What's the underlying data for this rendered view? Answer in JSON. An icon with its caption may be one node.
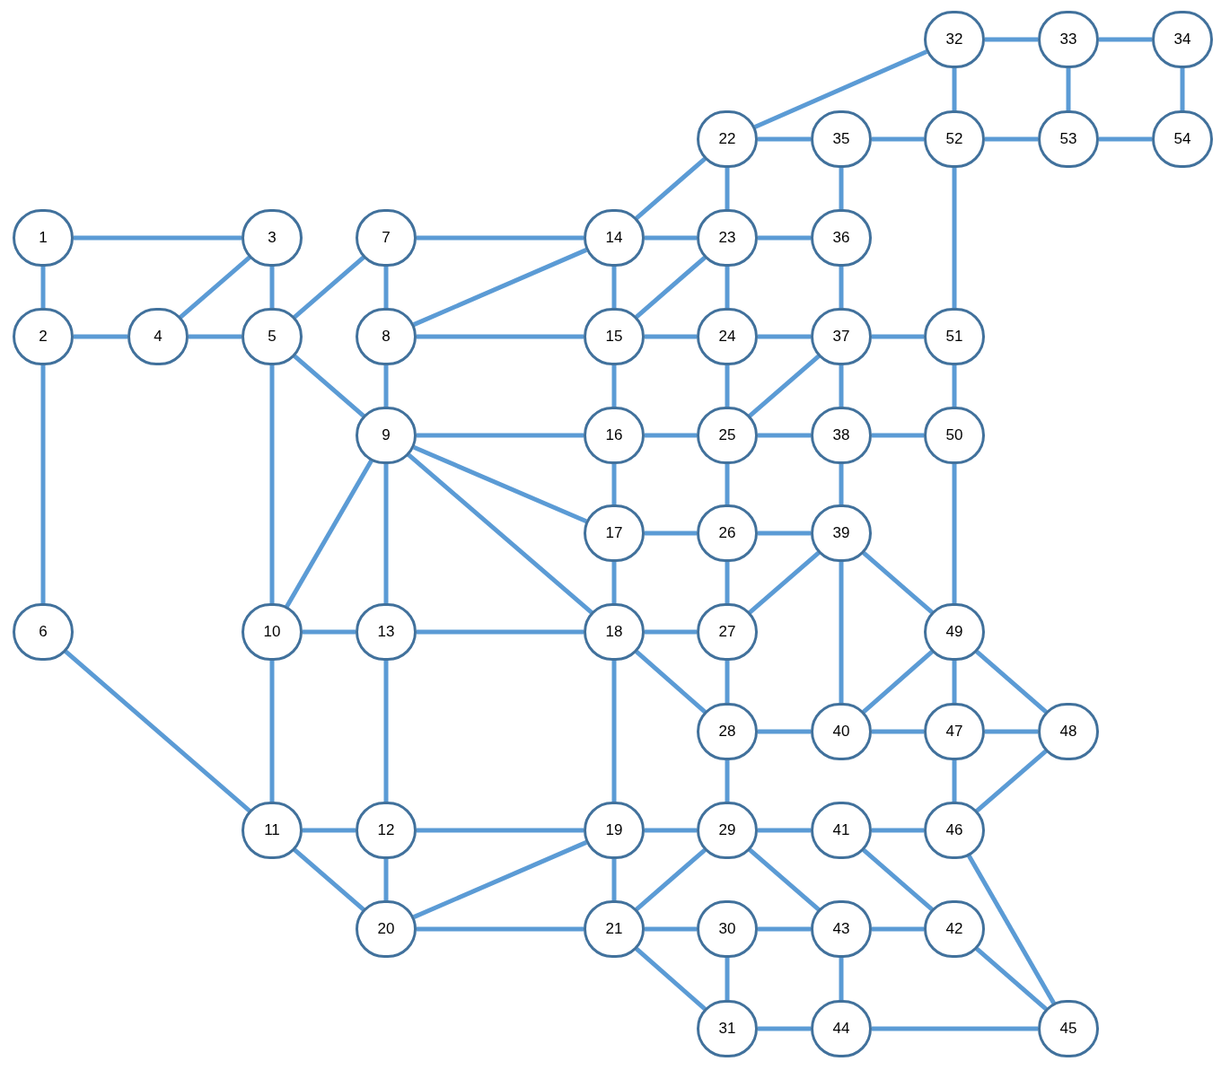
{
  "diagram": {
    "nodes": [
      {
        "text": [
          "1"
        ]
      },
      {
        "text": [
          "2"
        ]
      },
      {
        "text": [
          "3"
        ]
      },
      {
        "text": [
          "4"
        ]
      },
      {
        "text": [
          "5"
        ]
      },
      {
        "text": [
          "6"
        ]
      },
      {
        "text": [
          "7"
        ]
      },
      {
        "text": [
          "8"
        ]
      },
      {
        "text": [
          "9"
        ]
      },
      {
        "text": [
          "10"
        ]
      },
      {
        "text": [
          "11"
        ]
      },
      {
        "text": [
          "12"
        ]
      },
      {
        "text": [
          "13"
        ]
      },
      {
        "text": [
          "14"
        ]
      },
      {
        "text": [
          "15"
        ]
      },
      {
        "text": [
          "16"
        ]
      },
      {
        "text": [
          "17"
        ]
      },
      {
        "text": [
          "18"
        ]
      },
      {
        "text": [
          "19"
        ]
      },
      {
        "text": [
          "20"
        ]
      },
      {
        "text": [
          "21"
        ]
      },
      {
        "text": [
          "22"
        ]
      },
      {
        "text": [
          "23"
        ]
      },
      {
        "text": [
          "24"
        ]
      },
      {
        "text": [
          "25"
        ]
      },
      {
        "text": [
          "26"
        ]
      },
      {
        "text": [
          "27"
        ]
      },
      {
        "text": [
          "28"
        ]
      },
      {
        "text": [
          "29"
        ]
      },
      {
        "text": [
          "30"
        ]
      },
      {
        "text": [
          "31"
        ]
      },
      {
        "text": [
          "32"
        ]
      },
      {
        "text": [
          "33"
        ]
      },
      {
        "text": [
          "34"
        ]
      },
      {
        "text": [
          "35"
        ]
      },
      {
        "text": [
          "36"
        ]
      },
      {
        "text": [
          "37"
        ]
      },
      {
        "text": [
          "38"
        ]
      },
      {
        "text": [
          "39"
        ]
      },
      {
        "text": [
          "40"
        ]
      },
      {
        "text": [
          "41"
        ]
      },
      {
        "text": [
          "42"
        ]
      },
      {
        "text": [
          "43"
        ]
      },
      {
        "text": [
          "44"
        ]
      },
      {
        "text": [
          "45"
        ]
      },
      {
        "text": [
          "46"
        ]
      },
      {
        "text": [
          "47"
        ]
      },
      {
        "text": [
          "48"
        ]
      },
      {
        "text": [
          "49"
        ]
      },
      {
        "text": [
          "50"
        ]
      },
      {
        "text": [
          "51"
        ]
      },
      {
        "text": [
          "52"
        ]
      },
      {
        "text": [
          "53"
        ]
      },
      {
        "text": [
          "54"
        ]
      }
    ],
    "edges": [
      {
        "from": 0,
        "to": 2,
        "arrow": "none"
      },
      {
        "from": 0,
        "to": 1,
        "arrow": "none"
      },
      {
        "from": 2,
        "to": 3,
        "arrow": "none"
      },
      {
        "from": 2,
        "to": 4,
        "arrow": "none"
      },
      {
        "from": 1,
        "to": 3,
        "arrow": "none"
      },
      {
        "from": 3,
        "to": 4,
        "arrow": "none"
      },
      {
        "from": 1,
        "to": 5,
        "arrow": "none"
      },
      {
        "from": 4,
        "to": 6,
        "arrow": "none"
      },
      {
        "from": 4,
        "to": 8,
        "arrow": "none"
      },
      {
        "from": 4,
        "to": 9,
        "arrow": "none"
      },
      {
        "from": 6,
        "to": 7,
        "arrow": "none"
      },
      {
        "from": 6,
        "to": 13,
        "arrow": "none"
      },
      {
        "from": 7,
        "to": 13,
        "arrow": "none"
      },
      {
        "from": 7,
        "to": 14,
        "arrow": "none"
      },
      {
        "from": 7,
        "to": 8,
        "arrow": "none"
      },
      {
        "from": 8,
        "to": 15,
        "arrow": "none"
      },
      {
        "from": 8,
        "to": 16,
        "arrow": "none"
      },
      {
        "from": 8,
        "to": 17,
        "arrow": "none"
      },
      {
        "from": 8,
        "to": 9,
        "arrow": "none"
      },
      {
        "from": 8,
        "to": 12,
        "arrow": "none"
      },
      {
        "from": 5,
        "to": 10,
        "arrow": "none"
      },
      {
        "from": 9,
        "to": 12,
        "arrow": "none"
      },
      {
        "from": 9,
        "to": 10,
        "arrow": "none"
      },
      {
        "from": 12,
        "to": 17,
        "arrow": "none"
      },
      {
        "from": 12,
        "to": 11,
        "arrow": "none"
      },
      {
        "from": 10,
        "to": 11,
        "arrow": "none"
      },
      {
        "from": 10,
        "to": 19,
        "arrow": "none"
      },
      {
        "from": 11,
        "to": 18,
        "arrow": "none"
      },
      {
        "from": 11,
        "to": 19,
        "arrow": "none"
      },
      {
        "from": 19,
        "to": 18,
        "arrow": "none"
      },
      {
        "from": 19,
        "to": 20,
        "arrow": "none"
      },
      {
        "from": 13,
        "to": 21,
        "arrow": "none"
      },
      {
        "from": 13,
        "to": 22,
        "arrow": "none"
      },
      {
        "from": 13,
        "to": 14,
        "arrow": "none"
      },
      {
        "from": 14,
        "to": 22,
        "arrow": "none"
      },
      {
        "from": 14,
        "to": 23,
        "arrow": "none"
      },
      {
        "from": 14,
        "to": 15,
        "arrow": "none"
      },
      {
        "from": 15,
        "to": 24,
        "arrow": "none"
      },
      {
        "from": 15,
        "to": 16,
        "arrow": "none"
      },
      {
        "from": 16,
        "to": 25,
        "arrow": "none"
      },
      {
        "from": 16,
        "to": 17,
        "arrow": "none"
      },
      {
        "from": 17,
        "to": 26,
        "arrow": "none"
      },
      {
        "from": 17,
        "to": 27,
        "arrow": "none"
      },
      {
        "from": 17,
        "to": 18,
        "arrow": "none"
      },
      {
        "from": 18,
        "to": 28,
        "arrow": "none"
      },
      {
        "from": 18,
        "to": 20,
        "arrow": "none"
      },
      {
        "from": 20,
        "to": 28,
        "arrow": "none"
      },
      {
        "from": 20,
        "to": 29,
        "arrow": "none"
      },
      {
        "from": 20,
        "to": 30,
        "arrow": "none"
      },
      {
        "from": 21,
        "to": 31,
        "arrow": "none"
      },
      {
        "from": 21,
        "to": 34,
        "arrow": "none"
      },
      {
        "from": 21,
        "to": 22,
        "arrow": "none"
      },
      {
        "from": 22,
        "to": 35,
        "arrow": "none"
      },
      {
        "from": 22,
        "to": 23,
        "arrow": "none"
      },
      {
        "from": 23,
        "to": 36,
        "arrow": "none"
      },
      {
        "from": 23,
        "to": 24,
        "arrow": "none"
      },
      {
        "from": 24,
        "to": 36,
        "arrow": "none"
      },
      {
        "from": 24,
        "to": 37,
        "arrow": "none"
      },
      {
        "from": 24,
        "to": 25,
        "arrow": "none"
      },
      {
        "from": 25,
        "to": 38,
        "arrow": "none"
      },
      {
        "from": 25,
        "to": 26,
        "arrow": "none"
      },
      {
        "from": 26,
        "to": 38,
        "arrow": "none"
      },
      {
        "from": 26,
        "to": 27,
        "arrow": "none"
      },
      {
        "from": 27,
        "to": 39,
        "arrow": "none"
      },
      {
        "from": 27,
        "to": 28,
        "arrow": "none"
      },
      {
        "from": 28,
        "to": 40,
        "arrow": "none"
      },
      {
        "from": 28,
        "to": 42,
        "arrow": "none"
      },
      {
        "from": 29,
        "to": 42,
        "arrow": "none"
      },
      {
        "from": 29,
        "to": 30,
        "arrow": "none"
      },
      {
        "from": 30,
        "to": 43,
        "arrow": "none"
      },
      {
        "from": 31,
        "to": 32,
        "arrow": "none"
      },
      {
        "from": 31,
        "to": 51,
        "arrow": "none"
      },
      {
        "from": 32,
        "to": 33,
        "arrow": "none"
      },
      {
        "from": 32,
        "to": 52,
        "arrow": "none"
      },
      {
        "from": 33,
        "to": 53,
        "arrow": "none"
      },
      {
        "from": 34,
        "to": 51,
        "arrow": "none"
      },
      {
        "from": 34,
        "to": 35,
        "arrow": "none"
      },
      {
        "from": 35,
        "to": 36,
        "arrow": "none"
      },
      {
        "from": 36,
        "to": 50,
        "arrow": "none"
      },
      {
        "from": 36,
        "to": 37,
        "arrow": "none"
      },
      {
        "from": 37,
        "to": 49,
        "arrow": "none"
      },
      {
        "from": 37,
        "to": 38,
        "arrow": "none"
      },
      {
        "from": 38,
        "to": 48,
        "arrow": "none"
      },
      {
        "from": 38,
        "to": 39,
        "arrow": "none"
      },
      {
        "from": 39,
        "to": 48,
        "arrow": "none"
      },
      {
        "from": 39,
        "to": 46,
        "arrow": "none"
      },
      {
        "from": 40,
        "to": 45,
        "arrow": "none"
      },
      {
        "from": 40,
        "to": 41,
        "arrow": "none"
      },
      {
        "from": 42,
        "to": 41,
        "arrow": "none"
      },
      {
        "from": 42,
        "to": 43,
        "arrow": "none"
      },
      {
        "from": 43,
        "to": 44,
        "arrow": "none"
      },
      {
        "from": 41,
        "to": 44,
        "arrow": "none"
      },
      {
        "from": 45,
        "to": 44,
        "arrow": "none"
      },
      {
        "from": 46,
        "to": 47,
        "arrow": "none"
      },
      {
        "from": 46,
        "to": 45,
        "arrow": "none"
      },
      {
        "from": 46,
        "to": 48,
        "arrow": "none"
      },
      {
        "from": 47,
        "to": 45,
        "arrow": "none"
      },
      {
        "from": 48,
        "to": 47,
        "arrow": "none"
      },
      {
        "from": 49,
        "to": 48,
        "arrow": "none"
      },
      {
        "from": 50,
        "to": 49,
        "arrow": "none"
      },
      {
        "from": 51,
        "to": 50,
        "arrow": "none"
      },
      {
        "from": 51,
        "to": 52,
        "arrow": "none"
      },
      {
        "from": 52,
        "to": 53,
        "arrow": "none"
      }
    ]
  }
}
